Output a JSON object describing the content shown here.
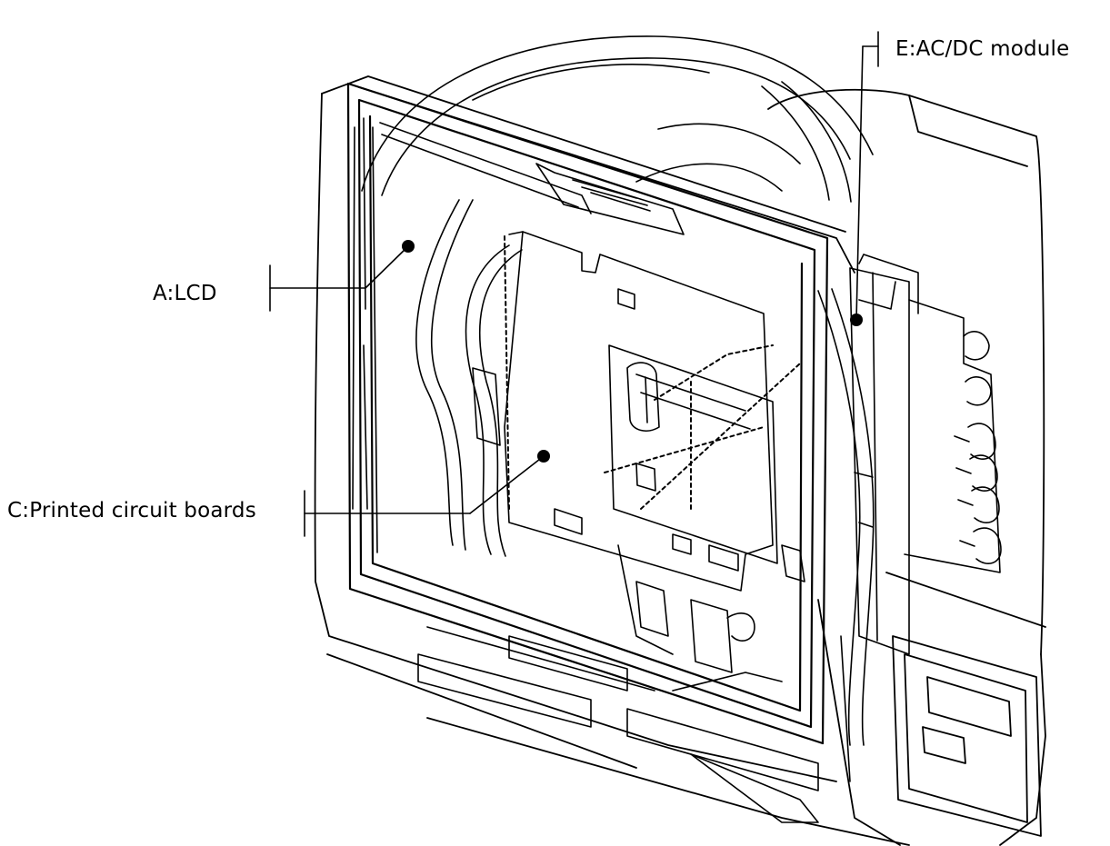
{
  "labels": {
    "a": "A:LCD",
    "c": "C:Printed circuit boards",
    "e": "E:AC/DC module"
  }
}
